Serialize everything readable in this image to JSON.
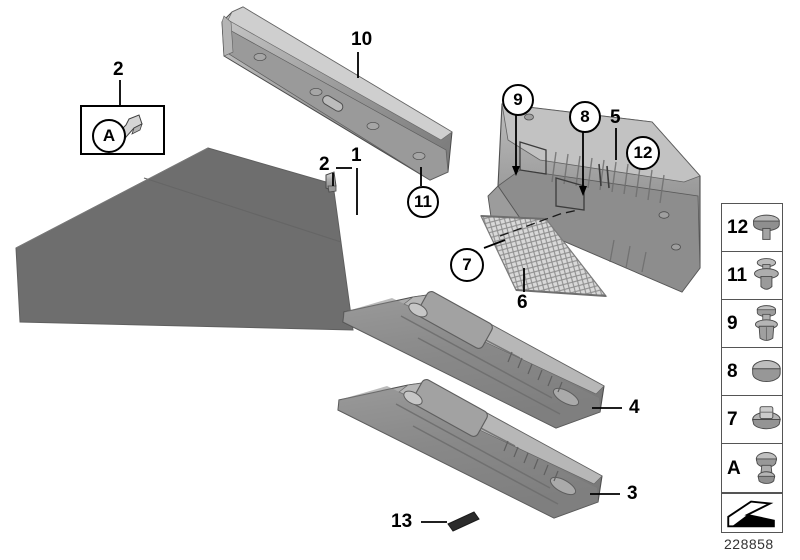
{
  "diagram": {
    "id_number": "228858",
    "background": "#ffffff",
    "line_color": "#000000",
    "part_fill": "#8c8c8c",
    "mat_fill": "#6e6e6e"
  },
  "callouts": [
    {
      "id": "c10",
      "label": "10",
      "circled": false
    },
    {
      "id": "c1",
      "label": "1",
      "circled": false
    },
    {
      "id": "c2",
      "label": "2",
      "circled": false
    },
    {
      "id": "c2b",
      "label": "2",
      "circled": false
    },
    {
      "id": "c11",
      "label": "11",
      "circled": true
    },
    {
      "id": "c9",
      "label": "9",
      "circled": true
    },
    {
      "id": "c8",
      "label": "8",
      "circled": true
    },
    {
      "id": "c5",
      "label": "5",
      "circled": false
    },
    {
      "id": "c12",
      "label": "12",
      "circled": true
    },
    {
      "id": "c7",
      "label": "7",
      "circled": true
    },
    {
      "id": "c6",
      "label": "6",
      "circled": false
    },
    {
      "id": "c4",
      "label": "4",
      "circled": false
    },
    {
      "id": "c3",
      "label": "3",
      "circled": false
    },
    {
      "id": "c13",
      "label": "13",
      "circled": false
    },
    {
      "id": "cA",
      "label": "A",
      "circled": true
    }
  ],
  "legend": {
    "items": [
      {
        "number": "12",
        "icon": "cap-flat-plug-icon"
      },
      {
        "number": "11",
        "icon": "double-disc-rivet-icon"
      },
      {
        "number": "9",
        "icon": "expanding-rivet-icon"
      },
      {
        "number": "8",
        "icon": "round-blind-plug-icon"
      },
      {
        "number": "7",
        "icon": "turn-lock-fastener-icon"
      },
      {
        "number": "A",
        "icon": "mushroom-stud-clip-icon"
      }
    ],
    "arrow_cell": {
      "icon": "direction-arrow-icon"
    }
  }
}
